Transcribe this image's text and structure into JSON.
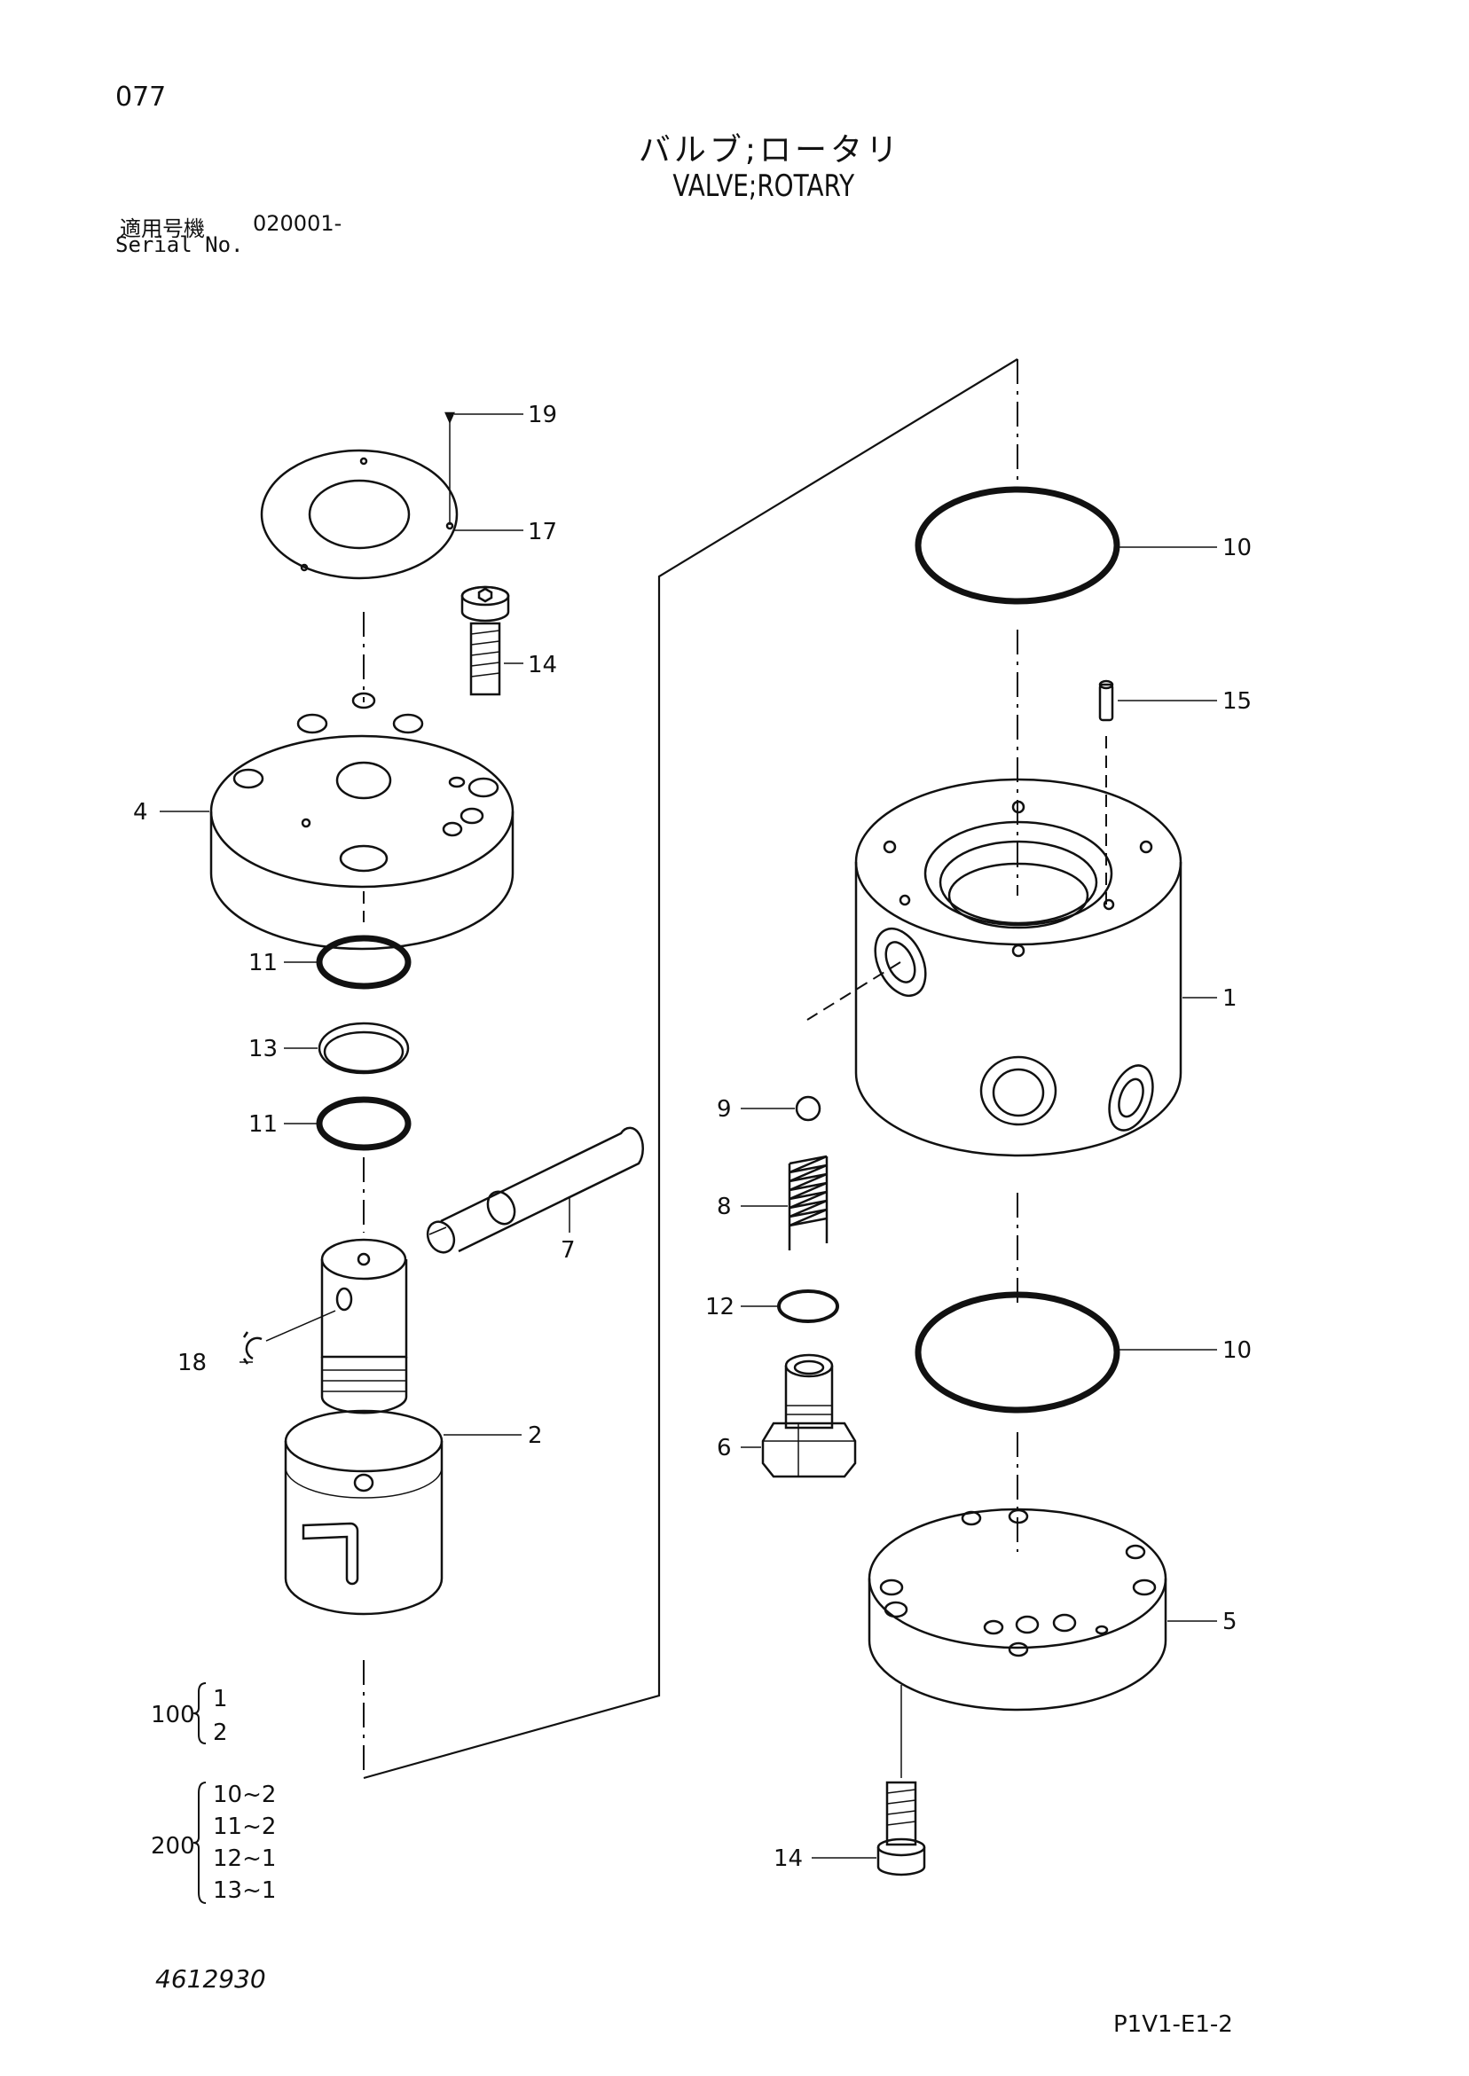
{
  "header": {
    "page_number": "077",
    "title_ja": "バルブ;ロータリ",
    "title_en": "VALVE;ROTARY",
    "serial_label_ja": "適用号機",
    "serial_value": "020001-",
    "serial_label_en": "Serial No."
  },
  "callouts": {
    "c19": "19",
    "c17": "17",
    "c14a": "14",
    "c4": "4",
    "c11a": "11",
    "c13": "13",
    "c11b": "11",
    "c7": "7",
    "c18": "18",
    "c2": "2",
    "c10a": "10",
    "c15": "15",
    "c1": "1",
    "c9": "9",
    "c8": "8",
    "c12": "12",
    "c6": "6",
    "c10b": "10",
    "c5": "5",
    "c14b": "14"
  },
  "assemblies": {
    "a100": {
      "code": "100",
      "items": [
        "1",
        "2"
      ]
    },
    "a200": {
      "code": "200",
      "items": [
        "10~2",
        "11~2",
        "12~1",
        "13~1"
      ]
    }
  },
  "footer": {
    "document_number": "4612930",
    "figure_code": "P1V1-E1-2"
  }
}
